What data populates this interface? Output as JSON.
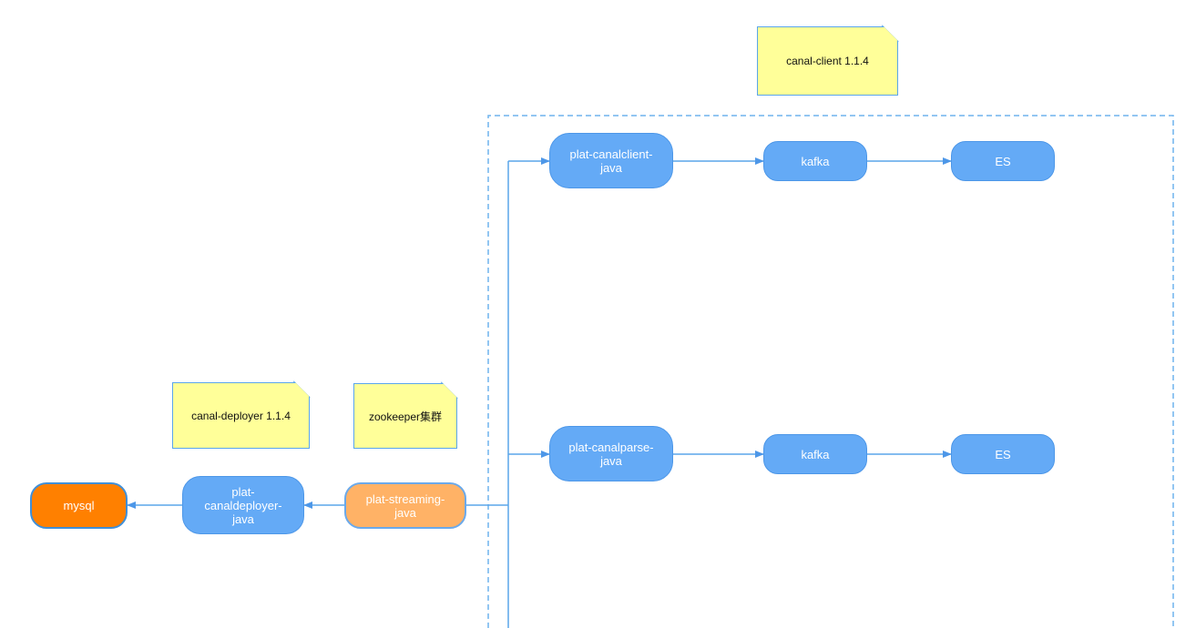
{
  "notes": {
    "client_version": "canal-client 1.1.4",
    "deployer_version": "canal-deployer 1.1.4",
    "zookeeper": "zookeeper集群"
  },
  "nodes": {
    "mysql": "mysql",
    "canaldeployer": [
      "plat-",
      "canaldeployer-",
      "java"
    ],
    "streaming": [
      "plat-streaming-",
      "java"
    ],
    "canalclient": [
      "plat-canalclient-",
      "java"
    ],
    "canalparse": [
      "plat-canalparse-",
      "java"
    ],
    "kafka_top": "kafka",
    "es_top": "ES",
    "kafka_mid": "kafka",
    "es_mid": "ES"
  },
  "colors": {
    "node_blue": "#64aaf6",
    "node_orange": "#ff8000",
    "node_light_orange": "#ffb266",
    "note_yellow": "#ffff99",
    "connector": "#5aa5ea",
    "group_border": "#6fb3ee"
  }
}
